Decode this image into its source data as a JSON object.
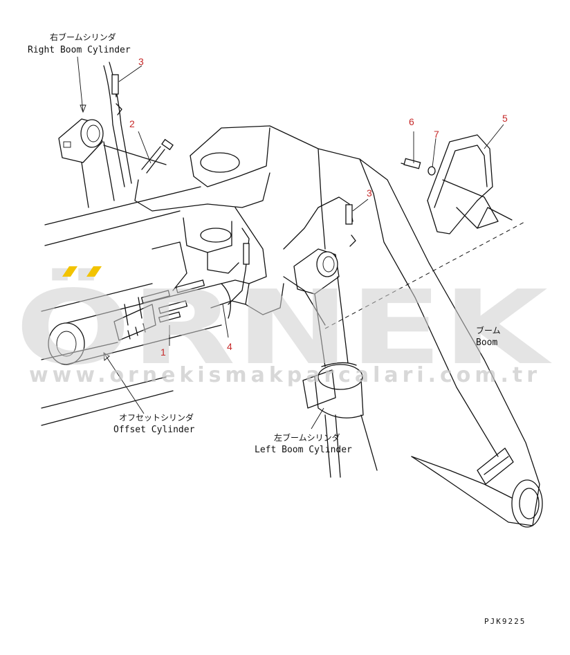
{
  "labels": {
    "right_boom_cylinder_jp": "右ブームシリンダ",
    "right_boom_cylinder_en": "Right Boom Cylinder",
    "boom_jp": "ブーム",
    "boom_en": "Boom",
    "offset_cylinder_jp": "オフセットシリンダ",
    "offset_cylinder_en": "Offset Cylinder",
    "left_boom_cylinder_jp": "左ブームシリンダ",
    "left_boom_cylinder_en": "Left Boom Cylinder"
  },
  "callouts": [
    "1",
    "2",
    "3",
    "3",
    "4",
    "5",
    "6",
    "7"
  ],
  "drawing_code": "PJK9225",
  "watermark": {
    "brand": "ÖRNEK",
    "url": "www.ornekismakparcalari.com.tr",
    "accent_color": "#f2c300"
  }
}
